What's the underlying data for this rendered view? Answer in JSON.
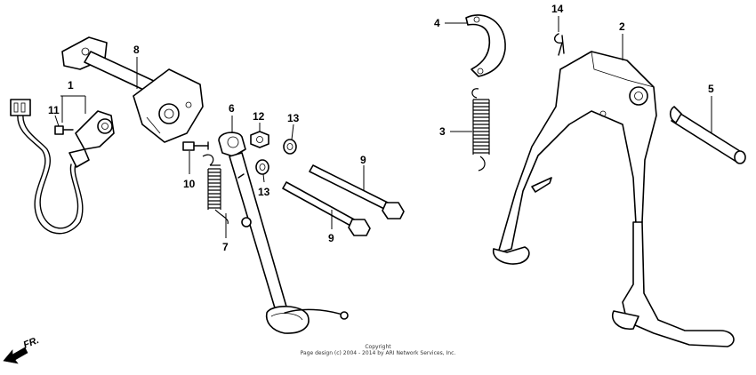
{
  "diagram": {
    "callouts": {
      "c1": "1",
      "c2": "2",
      "c3": "3",
      "c4": "4",
      "c5": "5",
      "c6": "6",
      "c7": "7",
      "c8": "8",
      "c9a": "9",
      "c9b": "9",
      "c10": "10",
      "c11": "11",
      "c12": "12",
      "c13a": "13",
      "c13b": "13",
      "c14": "14"
    },
    "direction_label": "FR.",
    "copyright": {
      "line1": "Copyright",
      "line2": "Page design (c) 2004 - 2014 by ARI Network Services, Inc."
    }
  }
}
